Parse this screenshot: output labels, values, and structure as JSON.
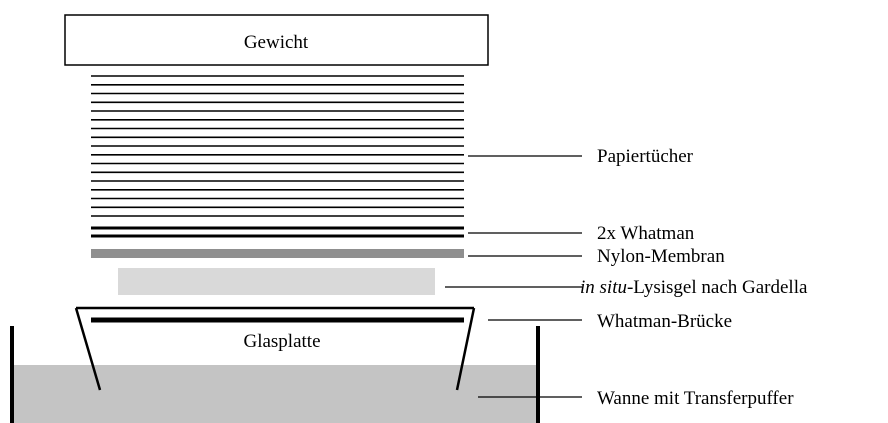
{
  "diagram": {
    "weight_label": "Gewicht",
    "glass_plate_label": "Glasplatte",
    "paper_towel_count": 17,
    "labels": {
      "paper_towels": "Papiertücher",
      "whatman": "2x Whatman",
      "nylon": "Nylon-Membran",
      "gel_italic": "in situ",
      "gel_rest": "-Lysisgel nach Gardella",
      "bridge": "Whatman-Brücke",
      "tank": "Wanne mit Transferpuffer"
    },
    "colors": {
      "buffer": "#c4c4c4",
      "nylon_membrane": "#8f8f8f",
      "gel": "#d9d9d9",
      "lines": "#000000"
    }
  }
}
